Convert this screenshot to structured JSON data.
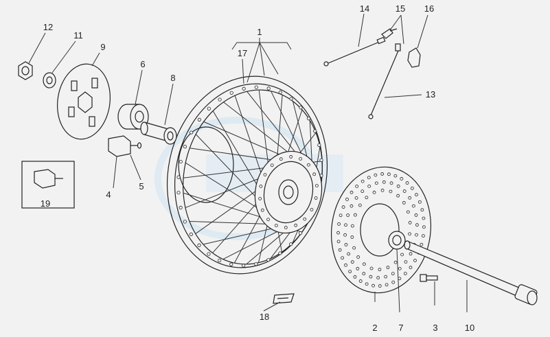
{
  "diagram": {
    "callouts": [
      {
        "id": "1",
        "text": "1"
      },
      {
        "id": "2",
        "text": "2"
      },
      {
        "id": "3",
        "text": "3"
      },
      {
        "id": "4",
        "text": "4"
      },
      {
        "id": "5",
        "text": "5"
      },
      {
        "id": "6",
        "text": "6"
      },
      {
        "id": "7",
        "text": "7"
      },
      {
        "id": "8",
        "text": "8"
      },
      {
        "id": "9",
        "text": "9"
      },
      {
        "id": "10",
        "text": "10"
      },
      {
        "id": "11",
        "text": "11"
      },
      {
        "id": "12",
        "text": "12"
      },
      {
        "id": "13",
        "text": "13"
      },
      {
        "id": "14",
        "text": "14"
      },
      {
        "id": "15",
        "text": "15"
      },
      {
        "id": "16",
        "text": "16"
      },
      {
        "id": "17",
        "text": "17"
      },
      {
        "id": "18",
        "text": "18"
      },
      {
        "id": "19",
        "text": "19"
      }
    ],
    "parts": [
      "wheel-assembly",
      "brake-disc",
      "disc-bolt",
      "sensor",
      "sensor-spacer",
      "bearing",
      "spacer",
      "bushing",
      "tone-wheel",
      "wheel-axle",
      "washer",
      "nut",
      "spoke-long",
      "spoke-short",
      "nipple",
      "nipple-cap",
      "rim-tape",
      "label",
      "sensor-kit"
    ],
    "colors": {
      "line": "#222222",
      "background": "#f2f2f2",
      "watermark": "#cfe4f3"
    }
  }
}
